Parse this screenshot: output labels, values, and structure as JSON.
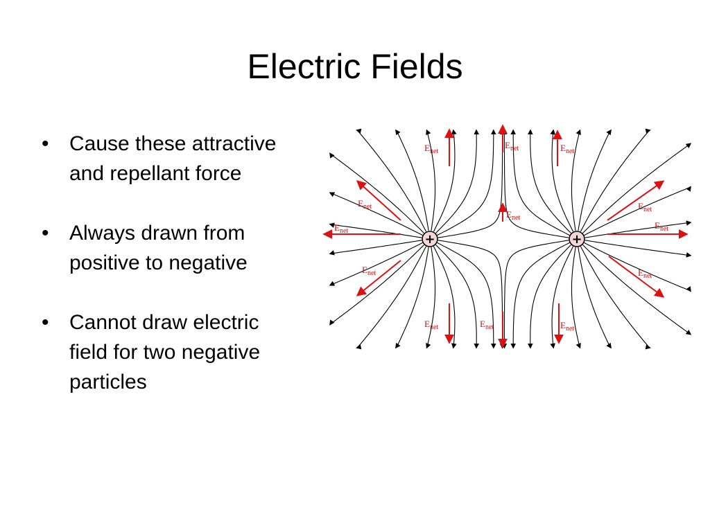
{
  "slide": {
    "title": "Electric Fields",
    "bullets": [
      {
        "lines": [
          "Cause these attractive",
          "and repellant force"
        ]
      },
      {
        "lines": [
          "Always drawn from",
          "positive to negative"
        ]
      },
      {
        "lines": [
          "Cannot draw electric",
          "field for two negative",
          "particles"
        ]
      }
    ]
  },
  "diagram": {
    "charge_symbol": "+",
    "vector_label_main": "E",
    "vector_label_sub": "net",
    "colors": {
      "field_line": "#000000",
      "vector": "#dd1111",
      "charge_fill": "#f6d7d7"
    }
  }
}
